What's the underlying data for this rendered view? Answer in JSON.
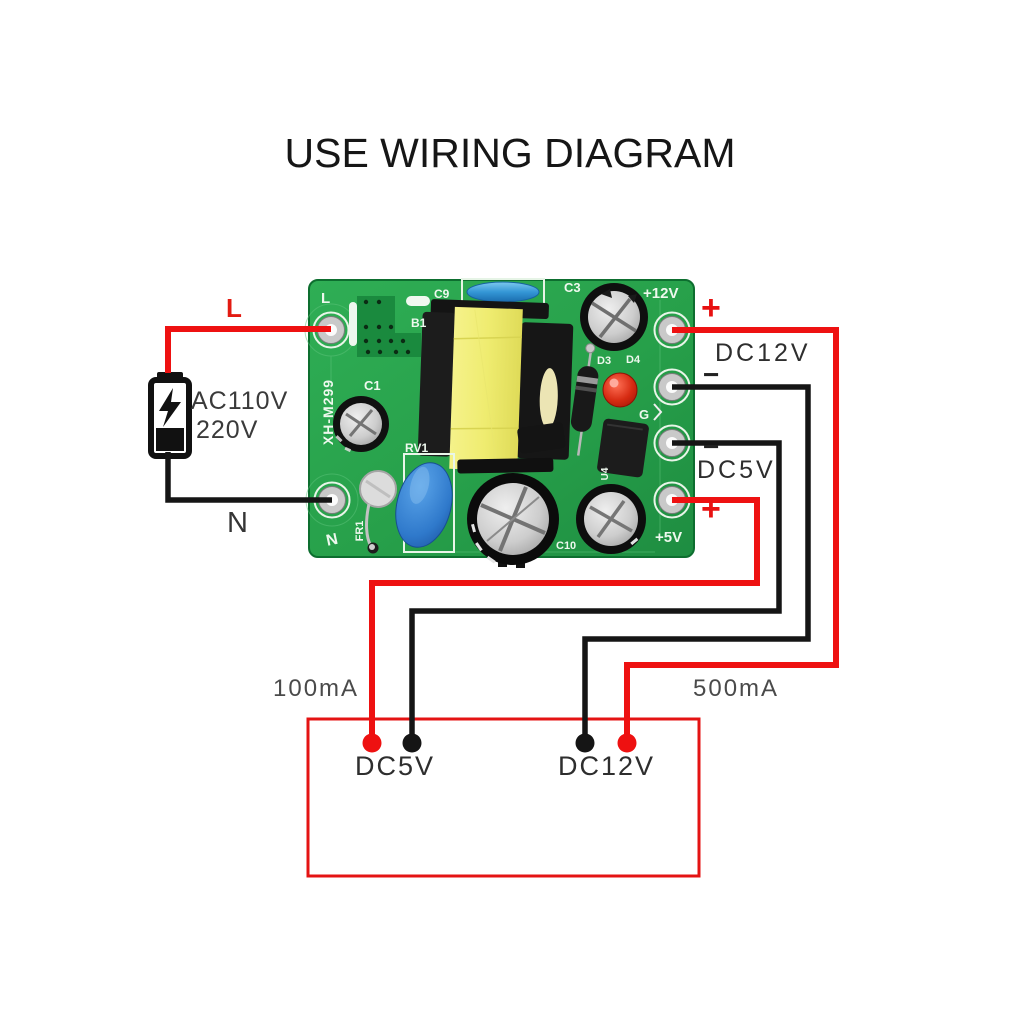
{
  "title": "USE WIRING DIAGRAM",
  "input": {
    "live_label": "L",
    "neutral_label": "N",
    "voltage_line1": "AC110V",
    "voltage_line2": "220V"
  },
  "outputs": {
    "plus12_sign": "+",
    "dc12v_label": "DC12V",
    "dc12v_minus_sign": "−",
    "dc5v_minus_sign": "−",
    "dc5v_label": "DC5V",
    "plus5_sign": "+"
  },
  "load": {
    "current_5v": "100mA",
    "current_12v": "500mA",
    "dc5v_label": "DC5V",
    "dc12v_label": "DC12V"
  },
  "pcb": {
    "silkscreen": {
      "l": "L",
      "n": "N",
      "c9": "C9",
      "b1": "B1",
      "c3": "C3",
      "plus12v": "+12V",
      "c1": "C1",
      "model": "XH-M299",
      "rv1": "RV1",
      "fr1": "FR1",
      "d3": "D3",
      "d4": "D4",
      "g": "G",
      "u4": "U4",
      "c10": "C10",
      "plus5v": "+5V"
    }
  },
  "colors": {
    "wire_red": "#ee1111",
    "wire_black": "#151515",
    "box_red": "#e41313",
    "pcb_green": "#2aa24c",
    "led_red": "#d62b12"
  }
}
